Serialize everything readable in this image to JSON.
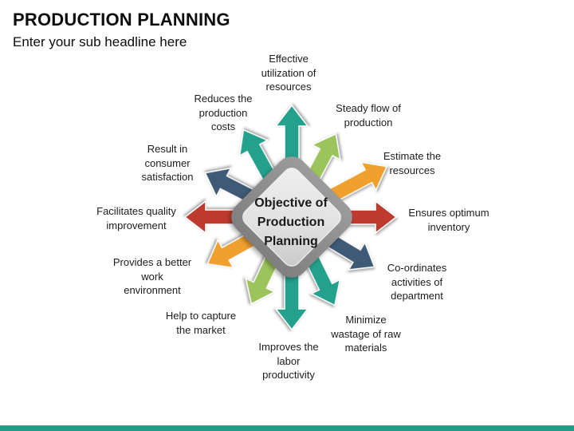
{
  "slide": {
    "title": "PRODUCTION PLANNING",
    "subtitle": "Enter your sub headline here"
  },
  "diagram": {
    "center": {
      "text": "Objective of\nProduction\nPlanning"
    },
    "labels": [
      {
        "text": "Effective\nutilization of\nresources"
      },
      {
        "text": "Steady flow of\nproduction"
      },
      {
        "text": "Estimate the\nresources"
      },
      {
        "text": "Ensures optimum\ninventory"
      },
      {
        "text": "Co-ordinates\nactivities of\ndepartment"
      },
      {
        "text": "Minimize\nwastage of raw\nmaterials"
      },
      {
        "text": "Improves the\nlabor\nproductivity"
      },
      {
        "text": "Help to capture\nthe market"
      },
      {
        "text": "Provides a better\nwork\nenvironment"
      },
      {
        "text": "Facilitates quality\nimprovement"
      },
      {
        "text": "Result in\nconsumer\nsatisfaction"
      },
      {
        "text": "Reduces the\nproduction\ncosts"
      }
    ],
    "colors": {
      "teal": "#23A18C",
      "light_green": "#9CC45C",
      "orange": "#F0A02F",
      "red": "#BE3A2E",
      "dark_blue": "#3E5A76",
      "diamond_ring": "#8E8E8E",
      "diamond_fill": "#E0E0E0"
    }
  },
  "footer": {
    "bar_color": "#249B87"
  }
}
